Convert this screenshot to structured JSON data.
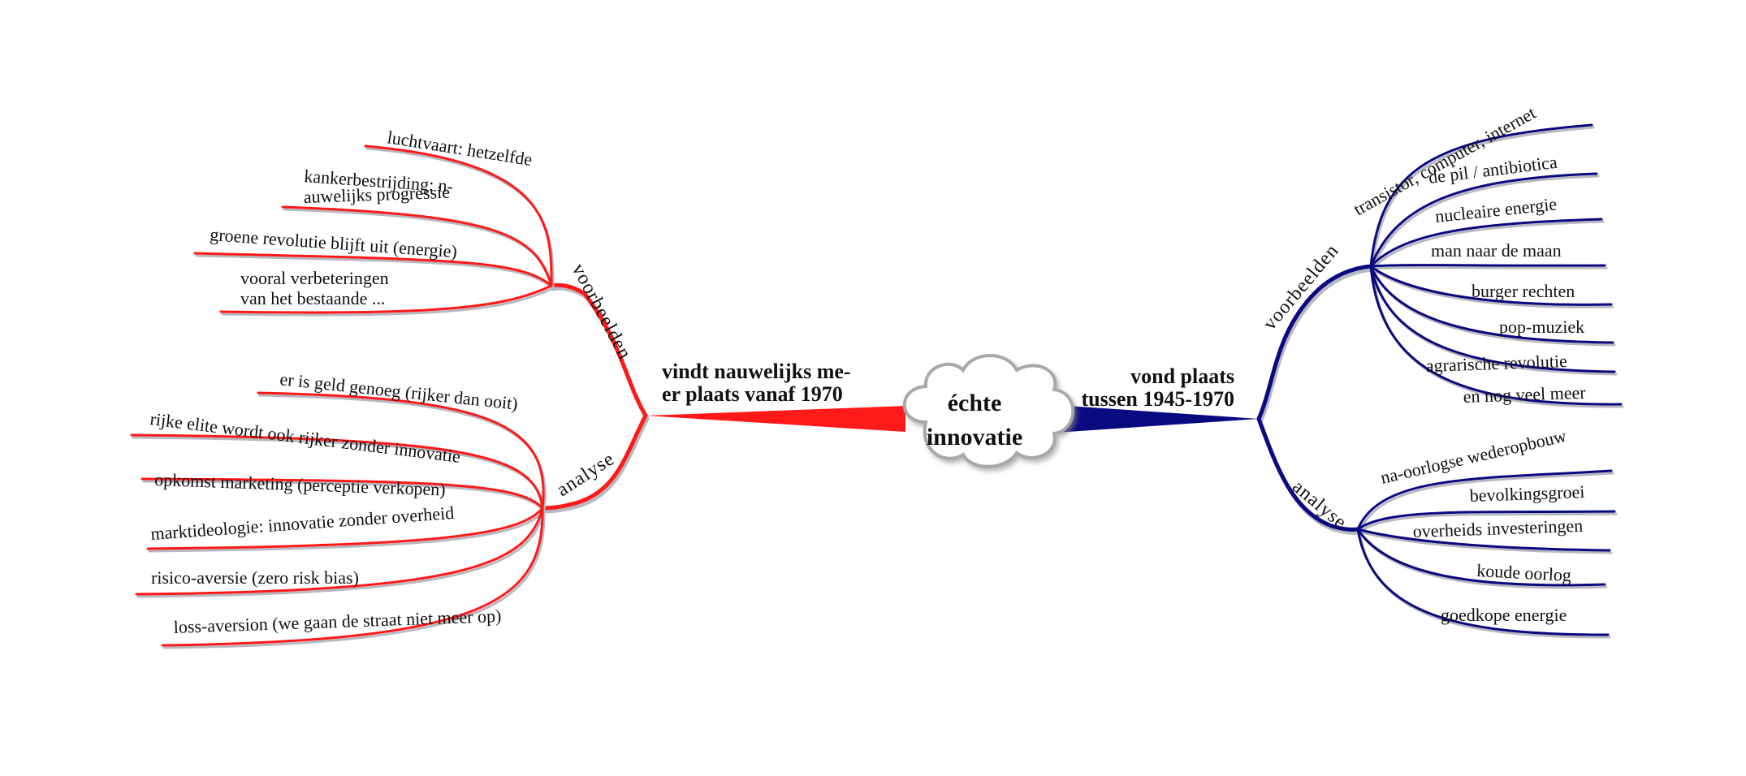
{
  "center": {
    "line1": "échte",
    "line2": "innovatie"
  },
  "colors": {
    "left": "#ff1a1a",
    "right": "#0a0a80",
    "shadow": "#b8b8c0"
  },
  "left": {
    "title_line1": "vindt nauwelijks  me-",
    "title_line2": "er plaats vanaf 1970",
    "voorbeelden": {
      "label": "voorbeelden",
      "items": [
        [
          "luchtvaart: hetzelfde"
        ],
        [
          "kankerbestrijding: n-",
          "auwelijks progressie"
        ],
        [
          "groene revolutie blijft uit (energie)"
        ],
        [
          "vooral verbeteringen",
          "van het bestaande ..."
        ]
      ]
    },
    "analyse": {
      "label": "analyse",
      "items": [
        "er is geld genoeg (rijker dan ooit)",
        "rijke elite wordt ook rijker zonder innovatie",
        "opkomst marketing (perceptie verkopen)",
        "marktideologie: innovatie zonder overheid",
        "risico-aversie (zero risk bias)",
        "loss-aversion (we gaan de straat niet meer op)"
      ]
    }
  },
  "right": {
    "title_line1": "vond plaats",
    "title_line2": "tussen 1945-1970",
    "voorbeelden": {
      "label": "voorbeelden",
      "items": [
        "transistor, computer, internet",
        "de pil / antibiotica",
        "nucleaire energie",
        "man naar de maan",
        "burger rechten",
        "pop-muziek",
        "agrarische revolutie",
        "en nog veel meer"
      ]
    },
    "analyse": {
      "label": "analyse",
      "items": [
        "na-oorlogse wederopbouw",
        "bevolkingsgroei",
        "overheids investeringen",
        "koude oorlog",
        "goedkope energie"
      ]
    }
  }
}
